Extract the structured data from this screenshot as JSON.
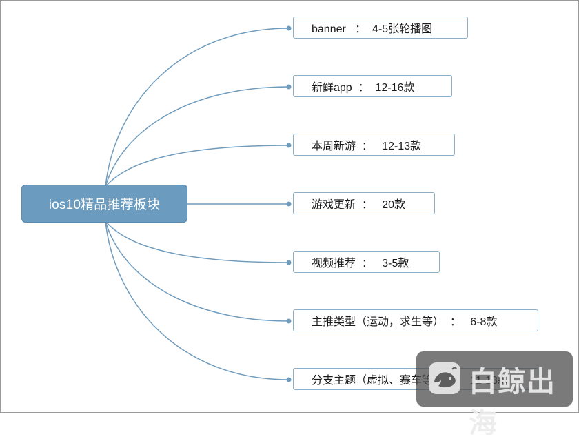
{
  "root": {
    "label": "ios10精品推荐板块"
  },
  "children": [
    {
      "label": "banner   ：  4-5张轮播图"
    },
    {
      "label": "新鲜app  ：  12-16款"
    },
    {
      "label": "本周新游  ：   12-13款"
    },
    {
      "label": "游戏更新  ：   20款"
    },
    {
      "label": "视频推荐  ：   3-5款"
    },
    {
      "label": "主推类型（运动，求生等）  ：   6-8款"
    },
    {
      "label": "分支主题（虚拟、赛车等）  ：   11-13款"
    }
  ],
  "watermark": {
    "text": "白鲸出海",
    "logo_icon": "whale-logo-icon"
  },
  "colors": {
    "root_fill": "#6b9bbf",
    "connector": "#6f9bbd",
    "child_border": "#8db0c8",
    "frame_border": "#9a9a9a"
  }
}
